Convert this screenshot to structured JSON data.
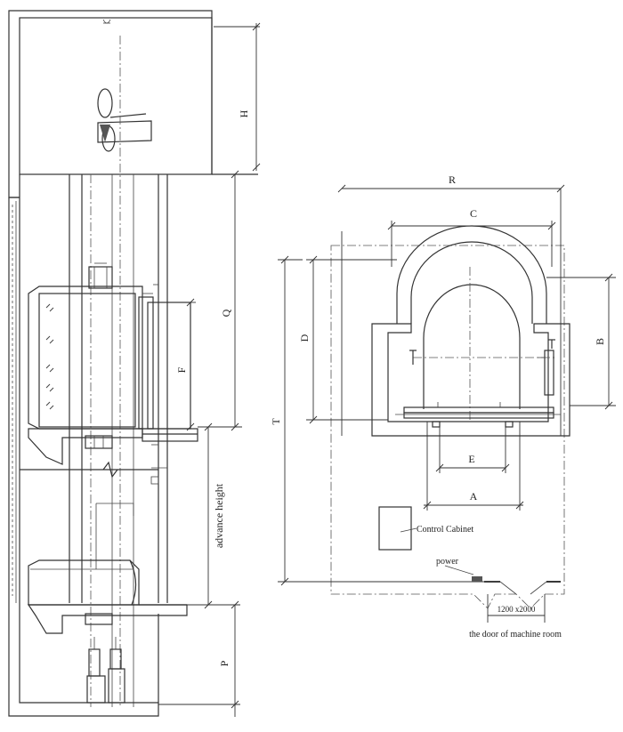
{
  "section_view": {
    "labels": {
      "H": "H",
      "Q": "Q",
      "F": "F",
      "advance_height": "advance height",
      "P": "P"
    }
  },
  "plan_view": {
    "labels": {
      "R": "R",
      "C": "C",
      "D": "D",
      "B": "B",
      "T": "T",
      "E": "E",
      "A": "A"
    },
    "control_cabinet": "Control Cabinet",
    "power": "power",
    "door_size": "1200 x2000",
    "door_caption": "the door of machine room"
  }
}
